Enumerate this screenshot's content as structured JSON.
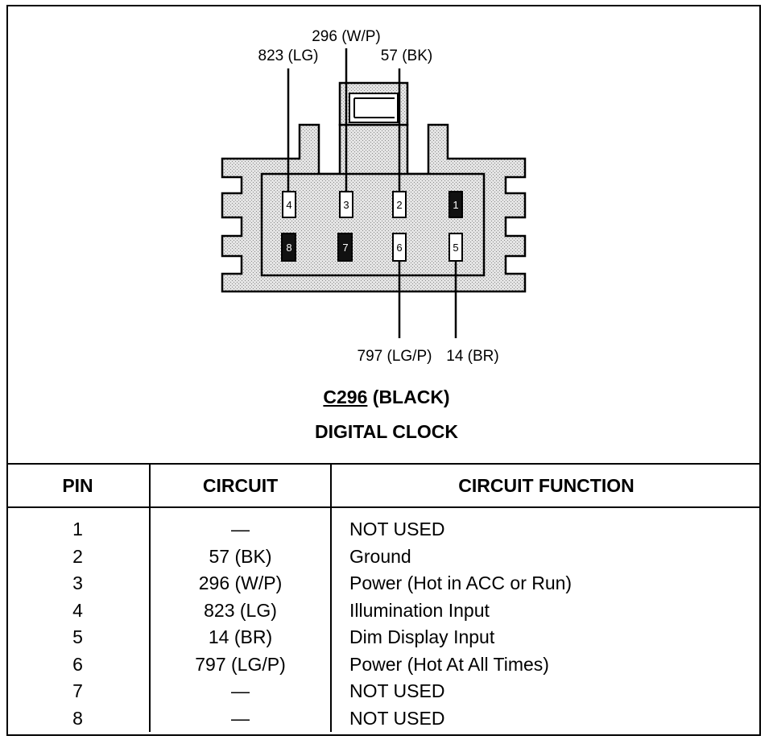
{
  "connector": {
    "id": "C296",
    "color_label": "(BLACK)",
    "component": "DIGITAL CLOCK",
    "body_pattern": "stippled-gray"
  },
  "wires": [
    {
      "pin": "4",
      "label": "823 (LG)"
    },
    {
      "pin": "3",
      "label": "296 (W/P)"
    },
    {
      "pin": "2",
      "label": "57 (BK)"
    },
    {
      "pin": "6",
      "label": "797 (LG/P)"
    },
    {
      "pin": "5",
      "label": "14 (BR)"
    }
  ],
  "pins": [
    {
      "num": "4",
      "used": true
    },
    {
      "num": "3",
      "used": true
    },
    {
      "num": "2",
      "used": true
    },
    {
      "num": "1",
      "used": false
    },
    {
      "num": "8",
      "used": false
    },
    {
      "num": "7",
      "used": false
    },
    {
      "num": "6",
      "used": true
    },
    {
      "num": "5",
      "used": true
    }
  ],
  "table": {
    "headers": [
      "PIN",
      "CIRCUIT",
      "CIRCUIT FUNCTION"
    ],
    "rows": [
      {
        "pin": "1",
        "circuit": "—",
        "function": "NOT USED"
      },
      {
        "pin": "2",
        "circuit": "57 (BK)",
        "function": "Ground"
      },
      {
        "pin": "3",
        "circuit": "296 (W/P)",
        "function": "Power (Hot in ACC or Run)"
      },
      {
        "pin": "4",
        "circuit": "823 (LG)",
        "function": "Illumination Input"
      },
      {
        "pin": "5",
        "circuit": "14 (BR)",
        "function": "Dim Display Input"
      },
      {
        "pin": "6",
        "circuit": "797 (LG/P)",
        "function": "Power (Hot At All Times)"
      },
      {
        "pin": "7",
        "circuit": "—",
        "function": "NOT USED"
      },
      {
        "pin": "8",
        "circuit": "—",
        "function": "NOT USED"
      }
    ]
  }
}
